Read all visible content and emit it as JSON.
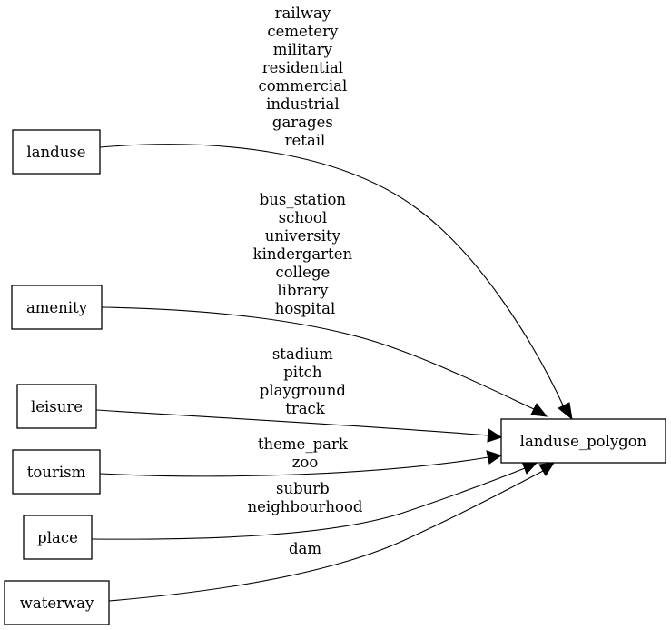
{
  "diagram": {
    "target": {
      "label": "landuse_polygon"
    },
    "sources": [
      {
        "id": "landuse",
        "label": "landuse",
        "edge_labels": [
          "railway",
          "cemetery",
          "military",
          "residential",
          "commercial",
          "industrial",
          "garages",
          "retail"
        ]
      },
      {
        "id": "amenity",
        "label": "amenity",
        "edge_labels": [
          "bus_station",
          "school",
          "university",
          "kindergarten",
          "college",
          "library",
          "hospital"
        ]
      },
      {
        "id": "leisure",
        "label": "leisure",
        "edge_labels": [
          "stadium",
          "pitch",
          "playground",
          "track"
        ]
      },
      {
        "id": "tourism",
        "label": "tourism",
        "edge_labels": [
          "theme_park",
          "zoo"
        ]
      },
      {
        "id": "place",
        "label": "place",
        "edge_labels": [
          "suburb",
          "neighbourhood"
        ]
      },
      {
        "id": "waterway",
        "label": "waterway",
        "edge_labels": [
          "dam"
        ]
      }
    ]
  }
}
